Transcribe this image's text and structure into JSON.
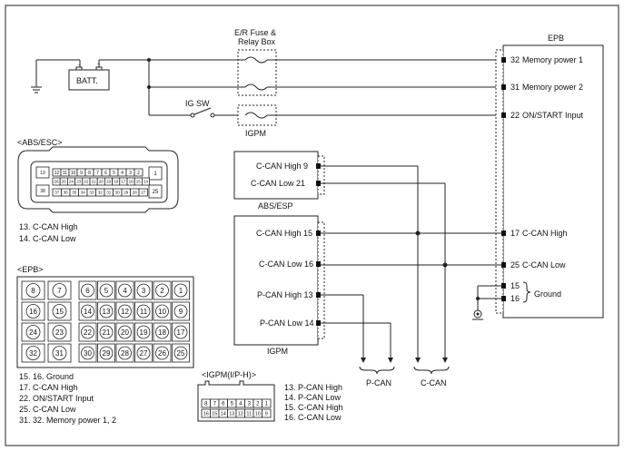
{
  "fuse_box_label": [
    "E/R Fuse &",
    "Relay Box"
  ],
  "battery_label": "BATT.",
  "ig_sw_label": "IG SW",
  "igpm_fuse_label": "IGPM",
  "epb_box_title": "EPB",
  "epb_pins": [
    {
      "pin": "32",
      "label": "Memory power 1"
    },
    {
      "pin": "31",
      "label": "Memory power 2"
    },
    {
      "pin": "22",
      "label": "ON/START Input"
    },
    {
      "pin": "17",
      "label": "C-CAN High"
    },
    {
      "pin": "25",
      "label": "C-CAN Low"
    },
    {
      "pin": "15",
      "label": ""
    },
    {
      "pin": "16",
      "label": ""
    }
  ],
  "ground_label": "Ground",
  "abs_module": {
    "label": "ABS/ESP",
    "pins": [
      {
        "text": "C-CAN High 9"
      },
      {
        "text": "C-CAN Low 21"
      }
    ]
  },
  "igpm_module": {
    "label": "IGPM",
    "pins": [
      {
        "text": "C-CAN High 15"
      },
      {
        "text": "C-CAN Low 16"
      },
      {
        "text": "P-CAN High 13"
      },
      {
        "text": "P-CAN Low 14"
      }
    ]
  },
  "bus_labels": [
    "P-CAN",
    "C-CAN"
  ],
  "abs_connector": {
    "title": "<ABS/ESC>",
    "row1": [
      "13",
      "12",
      "11",
      "10",
      "9",
      "8",
      "7",
      "6",
      "5",
      "4",
      "3",
      "2"
    ],
    "row1_end": "1",
    "row2": [
      "26",
      "25",
      "24",
      "23",
      "22",
      "21",
      "20",
      "19",
      "18",
      "17",
      "16",
      "15",
      "14"
    ],
    "row3": [
      "38",
      "37",
      "36",
      "35",
      "34",
      "33",
      "32",
      "31",
      "30",
      "29",
      "28",
      "27"
    ],
    "row3_end": "25",
    "legend": [
      "13. C-CAN High",
      "14. C-CAN Low"
    ]
  },
  "epb_connector": {
    "title": "<EPB>",
    "left_rows": [
      [
        "8",
        "7"
      ],
      [
        "16",
        "15"
      ],
      [
        "24",
        "23"
      ],
      [
        "32",
        "31"
      ]
    ],
    "right_rows": [
      [
        "6",
        "5",
        "4",
        "3",
        "2",
        "1"
      ],
      [
        "14",
        "13",
        "12",
        "11",
        "10",
        "9"
      ],
      [
        "22",
        "21",
        "20",
        "19",
        "18",
        "17"
      ],
      [
        "30",
        "29",
        "28",
        "27",
        "26",
        "25"
      ]
    ],
    "legend": [
      "15. 16. Ground",
      "17. C-CAN High",
      "22. ON/START Input",
      "25. C-CAN Low",
      "31. 32. Memory power 1, 2"
    ]
  },
  "igpm_connector": {
    "title": "<IGPM(I/P-H)>",
    "row1": [
      "8",
      "7",
      "6",
      "5",
      "4",
      "3",
      "2",
      "1"
    ],
    "row2": [
      "16",
      "15",
      "14",
      "13",
      "12",
      "11",
      "10",
      "9"
    ],
    "legend": [
      "13. P-CAN High",
      "14. P-CAN Low",
      "15. C-CAN High",
      "16. C-CAN Low"
    ]
  }
}
